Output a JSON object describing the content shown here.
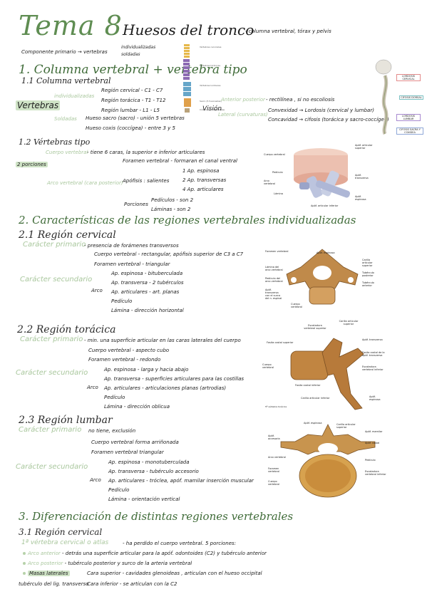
{
  "title": {
    "tema": "Tema 8",
    "subtitle": "Huesos del tronco",
    "note": "- columna vertebral, tórax y pelvis"
  },
  "intro": {
    "componente": "Componente primario → vertebras",
    "individualizadas": "individualizadas",
    "soldadas": "soldadas"
  },
  "s1": {
    "heading": "1. Columna vertebral + vertebra tipo",
    "sub": "1.1 Columna vertebral",
    "vertebras": "Vertebras",
    "individualizadas": "individualizadas",
    "soldadas": "Soldadas",
    "items": [
      "Región cervical - C1 - C7",
      "Región torácica - T1 - T12",
      "Región lumbar - L1 - L5",
      "Hueso sacro (sacro) - unión 5 vertebras",
      "Hueso coxis (coccígea) - entre 3 y 5"
    ],
    "vision": "Visión",
    "anterior": "Anterior posterior",
    "anterior_text": "- rectilínea , si no escoliosis",
    "lateral": "Lateral (curvaturas)",
    "convexidad": "Convexidad → Lordosis (cervical y lumbar)",
    "concavidad": "Concavidad → cifosis (torácica y sacro-coccígea)",
    "spine_labels": [
      "Vértebras cervicales",
      "Vértebras torácicas",
      "Vértebras lumbares",
      "Sacro (5 fusionadas)",
      "Cóccix (3-4 fusionadas)"
    ],
    "xray_labels": [
      "LORDOSIS CERVICAL",
      "CIFOSIS DORSAL",
      "LORDOSIS LUMBAR",
      "CIFOSIS SACRA Y COXIDEA"
    ]
  },
  "s12": {
    "heading": "1.2 Vértebras tipo",
    "cuerpo": "Cuerpo vertebral",
    "cuerpo_text": "- tiene 6 caras, la superior e inferior articulares",
    "porciones": "2 porciones",
    "foramen": "Foramen vertebral - formaran el canal ventral",
    "arco": "Arco vertebral (cara posterior)",
    "apofisis": "Apófisis : salientes",
    "ap1": "1 Ap. espinosa",
    "ap2": "2 Ap. transversas",
    "ap3": "4 Ap. articulares",
    "porciones2": "Porciones",
    "pediculos": "Pedículos - son 2",
    "laminas": "Láminas - son 2",
    "fig_labels": [
      "Cuerpo vertebral",
      "Apóf. articular superior",
      "Pedículo",
      "Arco vertebral",
      "Apóf. transversa",
      "Lámina",
      "Apóf. espinosa",
      "Apóf. articular inferior"
    ]
  },
  "s2": {
    "heading": "2. Características de las regiones vertebrales individualizadas",
    "sub": "2.1 Región cervical",
    "primario": "Carácter primario",
    "primario_text": "- presencia de forámenes transversos",
    "secundario": "Carácter secundario",
    "arco": "Arco",
    "items": [
      "Cuerpo vertebral - rectangular, apófisis superior de C3 a C7",
      "Foramen vertebral - triangular",
      "Ap. espinosa - bituberculada",
      "Ap. transversa - 2 tubérculos",
      "Ap. articulares - art. planas",
      "Pedículo",
      "Lámina - dirección horizontal"
    ],
    "fig_labels": [
      "Foramen vertebral",
      "Apóf. espinosa",
      "Lámina del arco vertebral",
      "Pedículo del arco vertebral",
      "Carilla articular superior",
      "Tubérculo posterior",
      "Apóf. transversa con el surco del n. espinal",
      "Tubérculo anterior",
      "Cuerpo vertebral"
    ]
  },
  "s22": {
    "sub": "2.2 Región torácica",
    "primario": "Carácter primario",
    "primario_text": "- min. una superficie articular en las caras laterales del cuerpo",
    "secundario": "Carácter secundario",
    "arco": "Arco",
    "items": [
      "Cuerpo vertebral - aspecto cubo",
      "Foramen vertebral - redondo",
      "Ap. espinosa - larga y hacia abajo",
      "Ap. transversa - superficies articulares para las costillas",
      "Ap. articulares - articulaciones planas (artrodias)",
      "Pedículo",
      "Lámina - dirección oblicua"
    ],
    "fig_labels": [
      "Escotadura vertebral superior",
      "Carilla articular superior",
      "Fosita costal superior",
      "Apóf. transversa",
      "Fosita costal de la apóf. transversa",
      "Cuerpo vertebral",
      "Escotadura vertebral inferior",
      "Fosita costal inferior",
      "Carilla articular inferior",
      "Apóf. espinosa",
      "5ª vértebra torácica"
    ]
  },
  "s23": {
    "sub": "2.3 Región lumbar",
    "primario": "Carácter primario",
    "primario_text": "no tiene, exclusión",
    "secundario": "Carácter secundario",
    "arco": "Arco",
    "items": [
      "Cuerpo vertebral forma arriñonada",
      "Foramen vertebral triangular",
      "Ap. espinosa - monotuberculada",
      "Ap. transversa - tubérculo accesorio",
      "Ap. articulares - tróclea, apóf. mamilar inserción muscular",
      "Pedículo",
      "Lámina - orientación vertical"
    ],
    "fig_labels": [
      "Apóf. espinosa",
      "Carilla articular superior",
      "Apóf. mamilar",
      "Apóf. accesoria",
      "Apóf. costal",
      "Arco vertebral",
      "Foramen vertebral",
      "Cuerpo vertebral",
      "Pedículo",
      "Escotadura vertebral inferior"
    ]
  },
  "s3": {
    "heading": "3. Diferenciación de distintas regiones vertebrales",
    "sub": "3.1 Región cervical",
    "atlas": "1ª vértebra cervical o atlas",
    "atlas_text": "- ha perdido el cuerpo vertebral. 5 porciones:",
    "b1": "Arco anterior",
    "b1_text": "- detrás una superficie articular para la apóf. odontoides (C2) y tubérculo anterior",
    "b2": "Arco posterior",
    "b2_text": "- tubérculo posterior y surco de la arteria vertebral",
    "b3": "Masas laterales",
    "b3a": "Cara superior - cavidades glenoideas , articulan con el hueso occipital",
    "b3b": "Cara inferior - se articulan con la C2",
    "tub": "tubérculo del lig. transverso"
  }
}
